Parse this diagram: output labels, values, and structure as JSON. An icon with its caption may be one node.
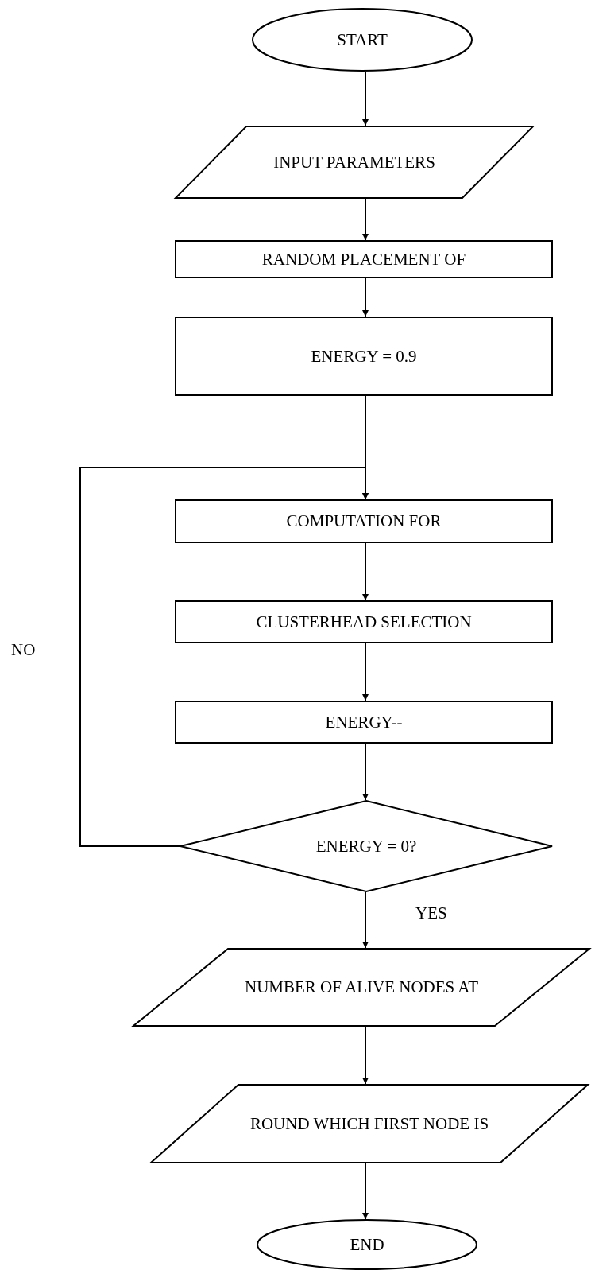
{
  "diagram": {
    "nodes": [
      {
        "text": [
          "START"
        ]
      },
      {
        "text": [
          "INPUT PARAMETERS"
        ]
      },
      {
        "text": [
          "RANDOM PLACEMENT OF"
        ]
      },
      {
        "text": [
          "ENERGY = 0.9"
        ]
      },
      {
        "text": [
          "COMPUTATION FOR"
        ]
      },
      {
        "text": [
          "CLUSTERHEAD SELECTION"
        ]
      },
      {
        "text": [
          "ENERGY--"
        ]
      },
      {
        "text": [
          "ENERGY = 0?"
        ]
      },
      {
        "text": [
          "NUMBER OF ALIVE NODES AT"
        ]
      },
      {
        "text": [
          "ROUND WHICH FIRST NODE IS"
        ]
      },
      {
        "text": [
          "END"
        ]
      }
    ],
    "edges": [
      {
        "from": 0,
        "to": 1,
        "arrow": "to"
      },
      {
        "from": 1,
        "to": 2,
        "arrow": "to"
      },
      {
        "from": 2,
        "to": 3,
        "arrow": "to"
      },
      {
        "from": 3,
        "to": 4,
        "arrow": "to"
      },
      {
        "from": 4,
        "to": 5,
        "arrow": "to"
      },
      {
        "from": 5,
        "to": 6,
        "arrow": "to"
      },
      {
        "from": 6,
        "to": 7,
        "arrow": "to"
      },
      {
        "from": 7,
        "to": 4,
        "arrow": "to",
        "label": "NO"
      },
      {
        "from": 7,
        "to": 8,
        "arrow": "to",
        "label": "YES"
      },
      {
        "from": 8,
        "to": 9,
        "arrow": "to"
      },
      {
        "from": 9,
        "to": 10,
        "arrow": "to"
      }
    ]
  }
}
